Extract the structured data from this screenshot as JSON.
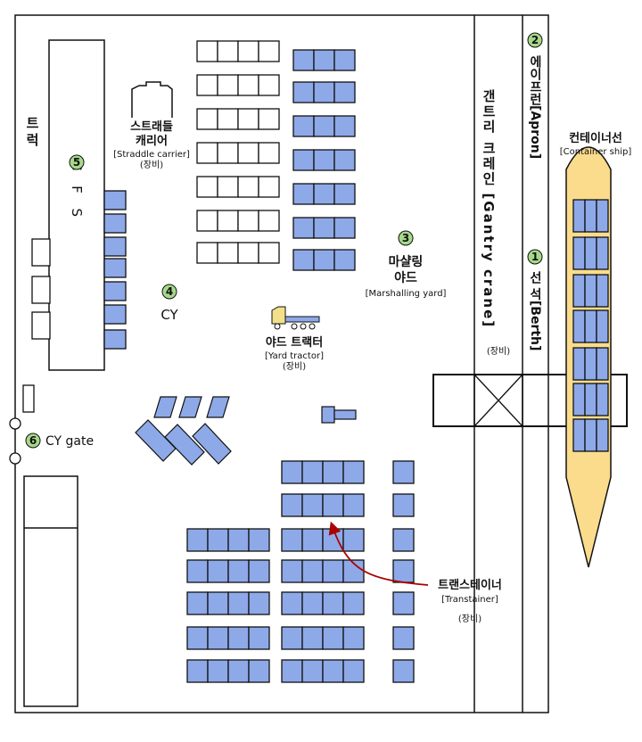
{
  "labels": {
    "truck": "트럭",
    "cfs": "C F S",
    "straddle_carrier_ko": [
      "스트래들",
      "캐리어"
    ],
    "straddle_carrier_en": "[Straddle carrier]",
    "straddle_carrier_note": "(장비)",
    "marshalling_yard_ko": [
      "마샬링",
      "야드"
    ],
    "marshalling_yard_en": "[Marshalling yard]",
    "cy": "CY",
    "yard_tractor_ko": "야드 트랙터",
    "yard_tractor_en": "[Yard tractor]",
    "yard_tractor_note": "(장비)",
    "cy_gate": "CY gate",
    "gantry_crane": "갠트리 크레인 [Gantry crane]",
    "gantry_crane_note": "(장비)",
    "apron": "에이프런[Apron]",
    "berth": "선 석[Berth]",
    "container_ship_ko": "컨테이너선",
    "container_ship_en": "[Container ship]",
    "transtainer_ko": "트랜스테이너",
    "transtainer_en": "[Transtainer]",
    "transtainer_note": "(장비)"
  },
  "numbers": {
    "berth": "1",
    "apron": "2",
    "marshalling_yard": "3",
    "cy": "4",
    "cfs": "5",
    "cy_gate": "6"
  },
  "colors": {
    "container_fill": "#8ea9e8",
    "badge_fill": "#a6d98a",
    "ship_fill": "#fbdc8c",
    "tractor_fill": "#f2e08a",
    "arrow": "#aa0000",
    "outline": "#111111"
  }
}
